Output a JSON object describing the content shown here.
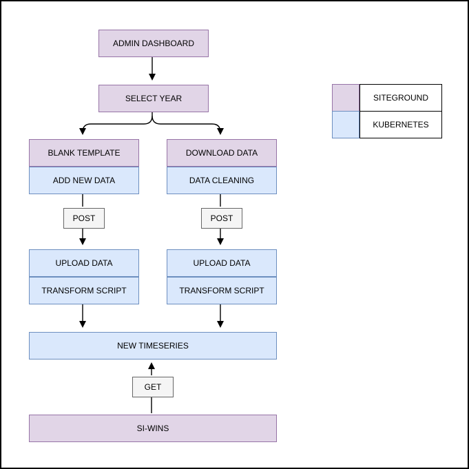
{
  "diagram": {
    "nodes": {
      "admin_dashboard": "ADMIN DASHBOARD",
      "select_year": "SELECT YEAR",
      "blank_template": "BLANK TEMPLATE",
      "add_new_data": "ADD NEW DATA",
      "download_data": "DOWNLOAD DATA",
      "data_cleaning": "DATA CLEANING",
      "post_left": "POST",
      "post_right": "POST",
      "upload_data_left": "UPLOAD DATA",
      "transform_script_left": "TRANSFORM SCRIPT",
      "upload_data_right": "UPLOAD DATA",
      "transform_script_right": "TRANSFORM SCRIPT",
      "new_timeseries": "NEW TIMESERIES",
      "get": "GET",
      "si_wins": "SI-WINS"
    },
    "legend": {
      "items": [
        {
          "label": "SITEGROUND",
          "color": "#e1d5e7"
        },
        {
          "label": "KUBERNETES",
          "color": "#dae8fc"
        }
      ]
    },
    "colors": {
      "siteground_fill": "#e1d5e7",
      "siteground_border": "#9673a6",
      "kubernetes_fill": "#dae8fc",
      "kubernetes_border": "#6c8ebf",
      "http_fill": "#f5f5f5",
      "http_border": "#666666",
      "connector": "#000000"
    }
  }
}
